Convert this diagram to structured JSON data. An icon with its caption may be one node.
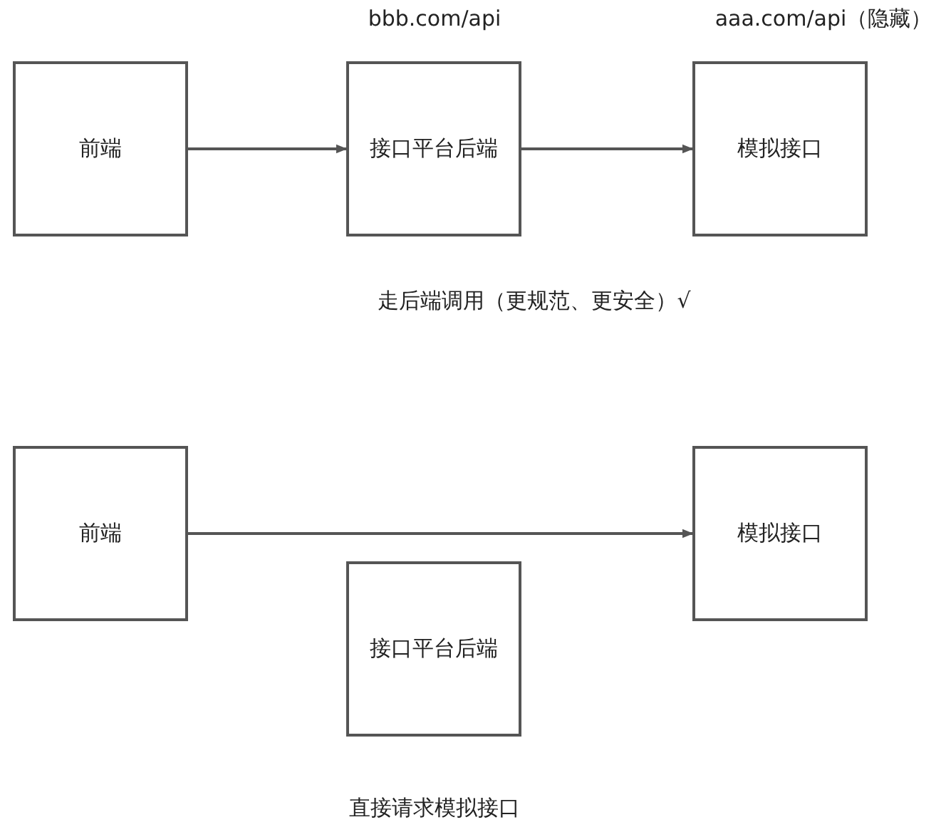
{
  "diagram": {
    "nodes": [
      {
        "text": [
          "前端"
        ]
      },
      {
        "text": [
          "接口平台后端"
        ],
        "beside": [
          "bbb.com/api"
        ]
      },
      {
        "text": [
          "模拟接口"
        ],
        "beside": [
          "aaa.com/api（隐藏）"
        ]
      },
      {
        "text": [
          "前端"
        ]
      },
      {
        "text": [
          "模拟接口"
        ]
      },
      {
        "text": [
          "接口平台后端"
        ]
      }
    ],
    "edges": [
      {
        "from": 0,
        "to": 1,
        "arrow": "to"
      },
      {
        "from": 1,
        "to": 2,
        "arrow": "to"
      },
      {
        "from": 3,
        "to": 4,
        "arrow": "to"
      }
    ],
    "labels": [
      "走后端调用（更规范、更安全）√",
      "直接请求模拟接口"
    ]
  }
}
